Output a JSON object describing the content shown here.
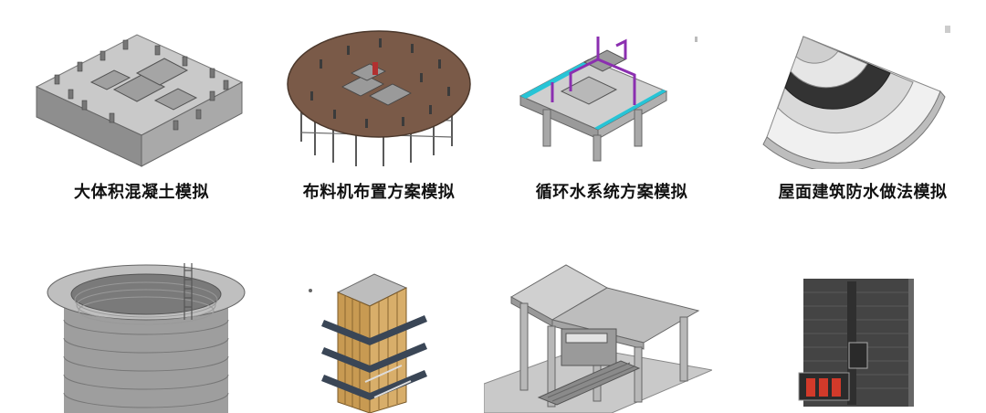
{
  "row1": {
    "items": [
      {
        "label": "大体积混凝土模拟",
        "icon": "concrete-block-model-icon"
      },
      {
        "label": "布料机布置方案模拟",
        "icon": "concrete-spreader-layout-icon"
      },
      {
        "label": "循环水系统方案模拟",
        "icon": "water-circulation-system-icon"
      },
      {
        "label": "屋面建筑防水做法模拟",
        "icon": "roof-waterproofing-layers-icon"
      }
    ]
  },
  "row2": {
    "items": [
      {
        "icon": "cylindrical-shaft-model-icon"
      },
      {
        "icon": "column-formwork-model-icon"
      },
      {
        "icon": "canopy-shed-structure-icon"
      },
      {
        "icon": "fire-hydrant-cabinet-wall-icon"
      }
    ]
  },
  "colors": {
    "concrete": "#bdbdbd",
    "wood_platform": "#7a5a48",
    "pipe_purple": "#8b2fb0",
    "pipe_cyan": "#27c4d6",
    "formwork_wood": "#c89a52",
    "hydrant_red": "#d23a2a"
  }
}
